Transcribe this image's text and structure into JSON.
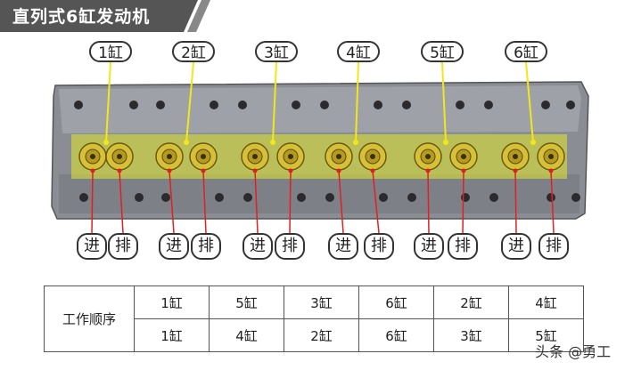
{
  "title": "直列式6缸发动机",
  "cylinders": [
    "1缸",
    "2缸",
    "3缸",
    "4缸",
    "5缸",
    "6缸"
  ],
  "valve_labels": {
    "intake": "进",
    "exhaust": "排"
  },
  "firing_order": {
    "row_label": "工作顺序",
    "rows": [
      [
        "1缸",
        "5缸",
        "3缸",
        "6缸",
        "2缸",
        "4缸"
      ],
      [
        "1缸",
        "4缸",
        "2缸",
        "6缸",
        "3缸",
        "5缸"
      ]
    ]
  },
  "watermark": "头条 @勇工",
  "colors": {
    "highlight": "#e4ea2a",
    "leader_yellow": "#f2e71a",
    "leader_red": "#e02020",
    "title_bg": "#555555"
  }
}
